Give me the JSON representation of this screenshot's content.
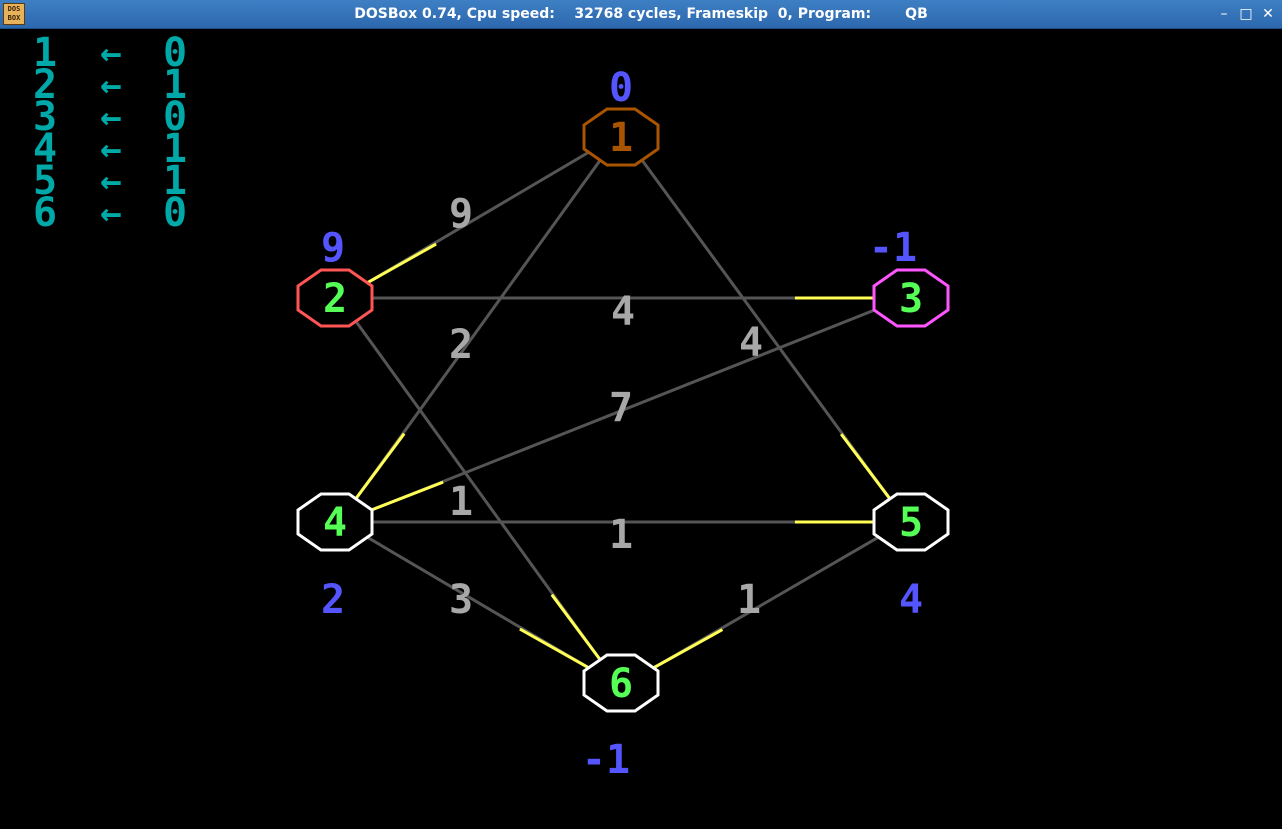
{
  "window": {
    "title": "DOSBox 0.74, Cpu speed:    32768 cycles, Frameskip  0, Program:       QB",
    "icon_text_top": "DOS",
    "icon_text_bottom": "BOX",
    "minimize_glyph": "–",
    "maximize_glyph": "□",
    "close_glyph": "✕"
  },
  "colors": {
    "background": "#000000",
    "list_text": "#00a8a8",
    "weight_label": "#a8a8a8",
    "node_value": "#5555ff",
    "node_number": "#55ff55",
    "edge": "#555555",
    "edge_highlight": "#ffff55",
    "node1_outline": "#a85400",
    "node2_outline": "#ff5555",
    "node3_outline": "#ff55ff",
    "node_default_outline": "#ffffff"
  },
  "assignments": [
    {
      "node": "1",
      "arrow": "←",
      "value": "0"
    },
    {
      "node": "2",
      "arrow": "←",
      "value": "1"
    },
    {
      "node": "3",
      "arrow": "←",
      "value": "0"
    },
    {
      "node": "4",
      "arrow": "←",
      "value": "1"
    },
    {
      "node": "5",
      "arrow": "←",
      "value": "1"
    },
    {
      "node": "6",
      "arrow": "←",
      "value": "0"
    }
  ],
  "nodes": [
    {
      "id": "1",
      "label": "1",
      "value": "0",
      "outline": "#a85400",
      "label_color": "#a85400"
    },
    {
      "id": "2",
      "label": "2",
      "value": "9",
      "outline": "#ff5555",
      "label_color": "#55ff55"
    },
    {
      "id": "3",
      "label": "3",
      "value": "-1",
      "outline": "#ff55ff",
      "label_color": "#55ff55"
    },
    {
      "id": "4",
      "label": "4",
      "value": "2",
      "outline": "#ffffff",
      "label_color": "#55ff55"
    },
    {
      "id": "5",
      "label": "5",
      "value": "4",
      "outline": "#ffffff",
      "label_color": "#55ff55"
    },
    {
      "id": "6",
      "label": "6",
      "value": "-1",
      "outline": "#ffffff",
      "label_color": "#55ff55"
    }
  ],
  "edges": [
    {
      "from": "1",
      "to": "2",
      "weight": "9",
      "highlight_end": "2"
    },
    {
      "from": "1",
      "to": "4",
      "weight": "2",
      "highlight_end": "4"
    },
    {
      "from": "1",
      "to": "5",
      "weight": "4",
      "highlight_end": "5"
    },
    {
      "from": "2",
      "to": "3",
      "weight": "4",
      "highlight_end": "3"
    },
    {
      "from": "2",
      "to": "6",
      "weight": "1",
      "highlight_end": "6"
    },
    {
      "from": "3",
      "to": "4",
      "weight": "7",
      "highlight_end": "4"
    },
    {
      "from": "4",
      "to": "5",
      "weight": "1",
      "highlight_end": "5"
    },
    {
      "from": "4",
      "to": "6",
      "weight": "3",
      "highlight_end": "6"
    },
    {
      "from": "5",
      "to": "6",
      "weight": "1",
      "highlight_end": "6"
    }
  ]
}
